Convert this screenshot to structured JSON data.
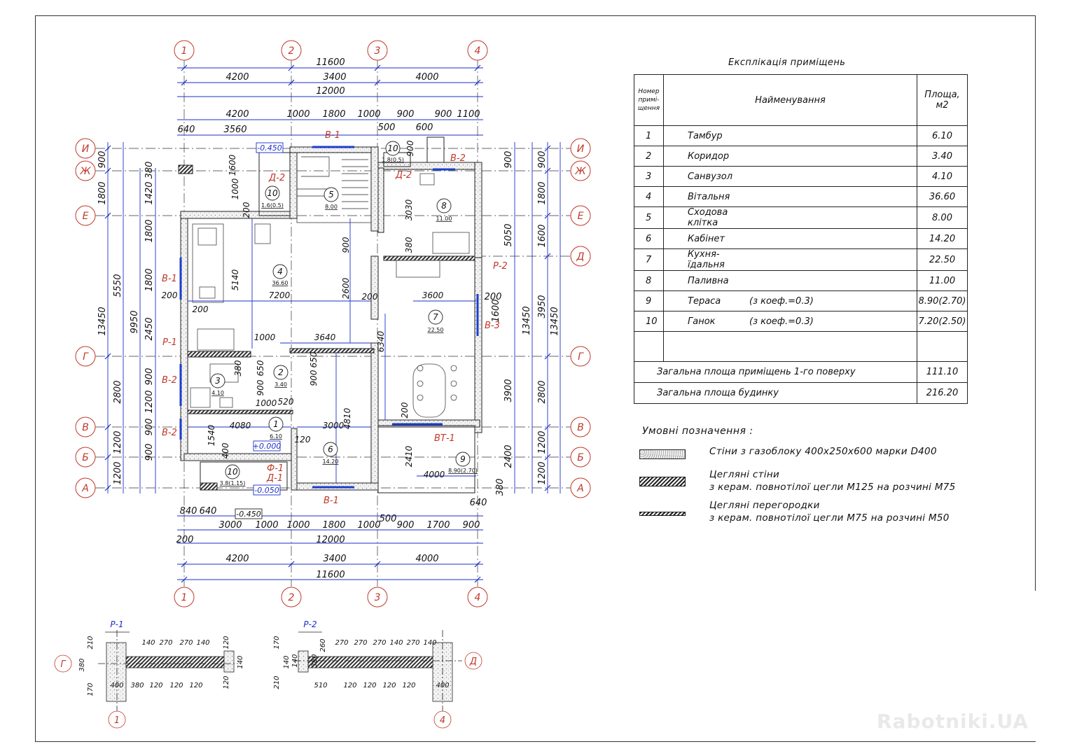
{
  "explication": {
    "title": "Експлікація приміщень",
    "headers": {
      "number": "Номер примі-щення",
      "name": "Найменування",
      "area": "Площа, м2"
    },
    "rooms": [
      {
        "n": "1",
        "name": "Тамбур",
        "coef": "",
        "area": "6.10"
      },
      {
        "n": "2",
        "name": "Коридор",
        "coef": "",
        "area": "3.40"
      },
      {
        "n": "3",
        "name": "Санвузол",
        "coef": "",
        "area": "4.10"
      },
      {
        "n": "4",
        "name": "Вітальня",
        "coef": "",
        "area": "36.60"
      },
      {
        "n": "5",
        "name": "Сходова клітка",
        "coef": "",
        "area": "8.00"
      },
      {
        "n": "6",
        "name": "Кабінет",
        "coef": "",
        "area": "14.20"
      },
      {
        "n": "7",
        "name": "Кухня-їдальня",
        "coef": "",
        "area": "22.50"
      },
      {
        "n": "8",
        "name": "Паливна",
        "coef": "",
        "area": "11.00"
      },
      {
        "n": "9",
        "name": "Тераса",
        "coef": "(з коеф.=0.3)",
        "area": "8.90(2.70)"
      },
      {
        "n": "10",
        "name": "Ганок",
        "coef": "(з коеф.=0.3)",
        "area": "7.20(2.50)"
      }
    ],
    "total_floor_label": "Загальна площа приміщень 1-го поверху",
    "total_floor_value": "111.10",
    "total_building_label": "Загальна площа будинку",
    "total_building_value": "216.20"
  },
  "legend": {
    "title": "Умовні позначення :",
    "items": [
      {
        "line1": "Стіни з газоблоку 400x250x600 марки D400",
        "line2": ""
      },
      {
        "line1": "Цегляні   стіни",
        "line2": "з керам. повнотілої цегли М125 на розчині М75"
      },
      {
        "line1": "Цегляні перегородки",
        "line2": "з керам. повнотілої цегли М75 на розчині М50"
      }
    ]
  },
  "plan": {
    "axes_x": [
      "1",
      "2",
      "3",
      "4"
    ],
    "axes_y": [
      "И",
      "Ж",
      "Е",
      "Д",
      "Г",
      "В",
      "Б",
      "А"
    ],
    "top_dims": {
      "overall": "11600",
      "main": [
        "4200",
        "3400",
        "4000"
      ],
      "total": "12000",
      "detail": [
        "4200",
        "1000",
        "1800",
        "1000",
        "900",
        "900",
        "1100"
      ],
      "detail2": [
        "640",
        "3560",
        "500",
        "600"
      ]
    },
    "bottom_dims": {
      "detail0": [
        "840",
        "640"
      ],
      "detail": [
        "3000",
        "1000",
        "1000",
        "1800",
        "1000",
        "900",
        "1700",
        "900"
      ],
      "detail_extra": [
        "500"
      ],
      "total_left": "200",
      "total": "12000",
      "main": [
        "4200",
        "3400",
        "4000"
      ],
      "overall": "11600"
    },
    "left_dims": {
      "outer": "13450",
      "chain": [
        "900",
        "1800",
        "5550",
        "2800",
        "1200",
        "1200"
      ],
      "inner": [
        "380",
        "1420",
        "1800",
        "1800",
        "2450",
        "900",
        "1200",
        "900",
        "900"
      ],
      "inner2": "9950"
    },
    "right_dims": {
      "outer": "13450",
      "chain": [
        "900",
        "1800",
        "1600",
        "3950",
        "2800",
        "1200",
        "1200"
      ],
      "inner": [
        "900",
        "5050",
        "13450",
        "3900",
        "2400"
      ],
      "misc": [
        "380",
        "640",
        "200",
        "1600"
      ]
    },
    "rooms": [
      {
        "n": "1",
        "area": "6.10"
      },
      {
        "n": "2",
        "area": "3.40"
      },
      {
        "n": "3",
        "area": "4.10"
      },
      {
        "n": "4",
        "area": "36.60"
      },
      {
        "n": "5",
        "area": "8.00"
      },
      {
        "n": "7",
        "area": "22.50"
      },
      {
        "n": "6",
        "area": "14.20"
      },
      {
        "n": "8",
        "area": "11.00"
      },
      {
        "n": "9",
        "area": "8.90(2.70)"
      },
      {
        "n": "10",
        "area": "1.6(0.5)"
      },
      {
        "n": "10",
        "area": "1.8(0.5)"
      },
      {
        "n": "10",
        "area": "3.8(1.15)"
      }
    ],
    "marks": {
      "windows": [
        "В-1",
        "В-1",
        "В-1",
        "В-2",
        "В-2",
        "В-2",
        "В-3",
        "ВТ-1"
      ],
      "doors": [
        "Д-2",
        "Д-2",
        "Д-1",
        "Ф-1"
      ],
      "sections": [
        "Р-1",
        "Р-2"
      ],
      "levels": [
        "-0.450",
        "+0.000",
        "-0.050",
        "-0.450"
      ]
    },
    "inner_dims": [
      "5140",
      "7200",
      "200",
      "200",
      "1000",
      "3640",
      "2600",
      "900",
      "3600",
      "6340",
      "4080",
      "3000",
      "4810",
      "900",
      "650",
      "1540",
      "1000",
      "520",
      "120",
      "400",
      "2410",
      "4000",
      "200",
      "3030",
      "380",
      "900",
      "200",
      "1600",
      "1000",
      "200",
      "380",
      "900",
      "650"
    ]
  },
  "sections": {
    "p1": {
      "label": "Р-1",
      "axis_left": "Г",
      "axis_bottom": "1",
      "top": [
        "140",
        "270",
        "270",
        "140"
      ],
      "bottom": [
        "400",
        "380",
        "120",
        "120",
        "120"
      ],
      "left": [
        "210",
        "380",
        "170"
      ],
      "right": [
        "120",
        "140",
        "120"
      ]
    },
    "p2": {
      "label": "Р-2",
      "axis_right": "Д",
      "axis_bottom": "4",
      "top": [
        "260",
        "270",
        "270",
        "270",
        "140",
        "270",
        "140"
      ],
      "bottom": [
        "510",
        "120",
        "120",
        "120",
        "120",
        "400"
      ],
      "left": [
        "170",
        "140",
        "210"
      ],
      "extra": [
        "380",
        "140"
      ]
    }
  },
  "watermark": "Rabotniki.UA"
}
